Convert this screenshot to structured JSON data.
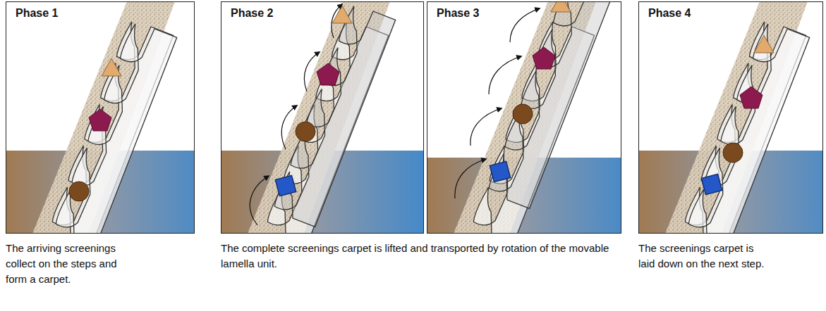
{
  "diagram": {
    "nodes": [
      {
        "text": [
          "Phase 1"
        ]
      },
      {
        "text": [
          "Phase 2"
        ]
      },
      {
        "text": [
          "Phase 3"
        ]
      },
      {
        "text": [
          "Phase 4"
        ]
      }
    ],
    "labels": [
      "The arriving screenings collect on the steps and form a carpet.",
      "The complete screenings carpet is lifted and transported by rotation of the movable lamella unit.",
      "The screenings carpet is laid down on the next step."
    ]
  }
}
